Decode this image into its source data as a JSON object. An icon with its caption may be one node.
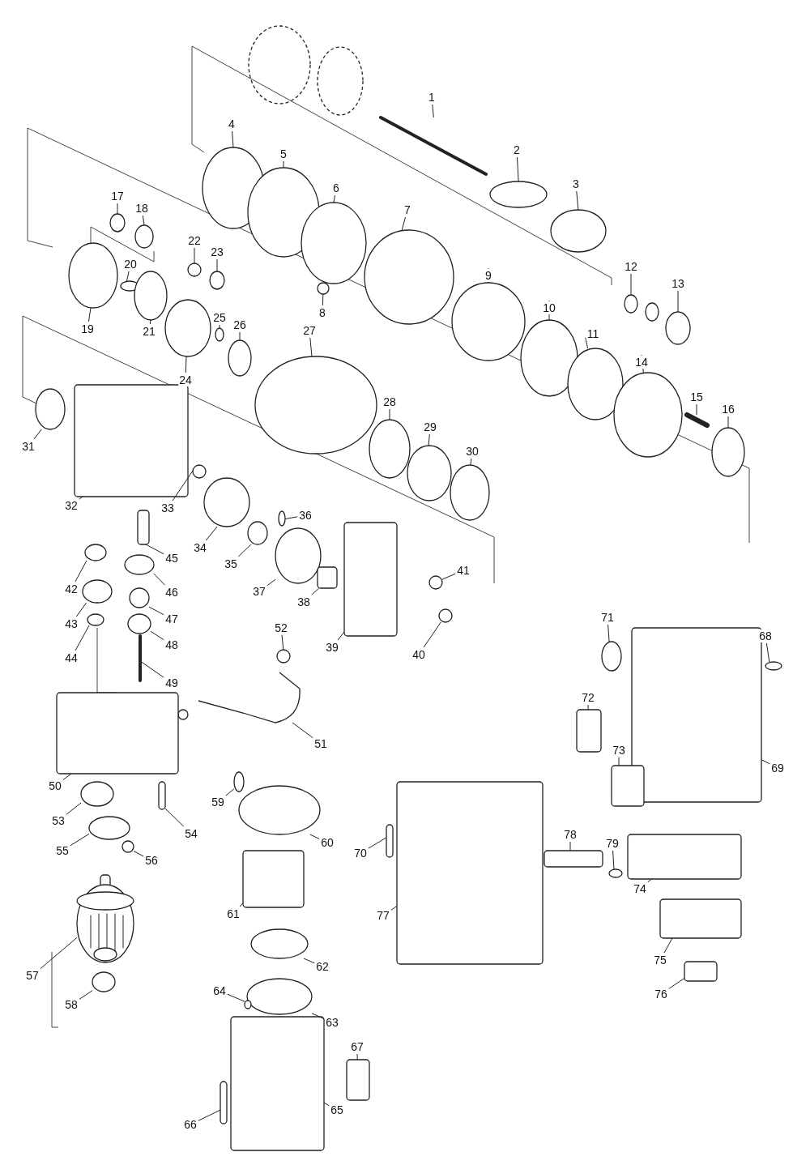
{
  "diagram": {
    "nodes": [
      {
        "text": [
          "1"
        ]
      },
      {
        "text": [
          "2"
        ]
      },
      {
        "text": [
          "3"
        ]
      },
      {
        "text": [
          "4"
        ]
      },
      {
        "text": [
          "5"
        ]
      },
      {
        "text": [
          "6"
        ]
      },
      {
        "text": [
          "7"
        ]
      },
      {
        "text": [
          "8"
        ]
      },
      {
        "text": [
          "9"
        ]
      },
      {
        "text": [
          "10"
        ]
      },
      {
        "text": [
          "11"
        ]
      },
      {
        "text": [
          "12"
        ]
      },
      {
        "text": [
          "13"
        ]
      },
      {
        "text": [
          "14"
        ]
      },
      {
        "text": [
          "15"
        ]
      },
      {
        "text": [
          "16"
        ]
      },
      {
        "text": [
          "17"
        ]
      },
      {
        "text": [
          "18"
        ]
      },
      {
        "text": [
          "19"
        ]
      },
      {
        "text": [
          "20"
        ]
      },
      {
        "text": [
          "21"
        ]
      },
      {
        "text": [
          "22"
        ]
      },
      {
        "text": [
          "23"
        ]
      },
      {
        "text": [
          "24"
        ]
      },
      {
        "text": [
          "25"
        ]
      },
      {
        "text": [
          "26"
        ]
      },
      {
        "text": [
          "27"
        ]
      },
      {
        "text": [
          "28"
        ]
      },
      {
        "text": [
          "29"
        ]
      },
      {
        "text": [
          "30"
        ]
      },
      {
        "text": [
          "31"
        ]
      },
      {
        "text": [
          "32"
        ]
      },
      {
        "text": [
          "33"
        ]
      },
      {
        "text": [
          "34"
        ]
      },
      {
        "text": [
          "35"
        ]
      },
      {
        "text": [
          "36"
        ]
      },
      {
        "text": [
          "37"
        ]
      },
      {
        "text": [
          "38"
        ]
      },
      {
        "text": [
          "39"
        ]
      },
      {
        "text": [
          "40"
        ]
      },
      {
        "text": [
          "41"
        ]
      },
      {
        "text": [
          "42"
        ]
      },
      {
        "text": [
          "43"
        ]
      },
      {
        "text": [
          "44"
        ]
      },
      {
        "text": [
          "45"
        ]
      },
      {
        "text": [
          "46"
        ]
      },
      {
        "text": [
          "47"
        ]
      },
      {
        "text": [
          "48"
        ]
      },
      {
        "text": [
          "49"
        ]
      },
      {
        "text": [
          "50"
        ]
      },
      {
        "text": [
          "51"
        ]
      },
      {
        "text": [
          "52"
        ]
      },
      {
        "text": [
          "53"
        ]
      },
      {
        "text": [
          "54"
        ]
      },
      {
        "text": [
          "55"
        ]
      },
      {
        "text": [
          "56"
        ]
      },
      {
        "text": [
          "57"
        ]
      },
      {
        "text": [
          "58"
        ]
      },
      {
        "text": [
          "59"
        ]
      },
      {
        "text": [
          "60"
        ]
      },
      {
        "text": [
          "61"
        ]
      },
      {
        "text": [
          "62"
        ]
      },
      {
        "text": [
          "63"
        ]
      },
      {
        "text": [
          "64"
        ]
      },
      {
        "text": [
          "65"
        ]
      },
      {
        "text": [
          "66"
        ]
      },
      {
        "text": [
          "67"
        ]
      },
      {
        "text": [
          "68"
        ]
      },
      {
        "text": [
          "69"
        ]
      },
      {
        "text": [
          "70"
        ]
      },
      {
        "text": [
          "71"
        ]
      },
      {
        "text": [
          "72"
        ]
      },
      {
        "text": [
          "73"
        ]
      },
      {
        "text": [
          "74"
        ]
      },
      {
        "text": [
          "75"
        ]
      },
      {
        "text": [
          "76"
        ]
      },
      {
        "text": [
          "77"
        ]
      },
      {
        "text": [
          "78"
        ]
      },
      {
        "text": [
          "79"
        ]
      },
      {
        "text": [],
        "shape": "picture"
      },
      {
        "text": [],
        "shape": "circle"
      },
      {
        "text": [],
        "shape": "circle"
      },
      {
        "text": [],
        "shape": "circle"
      },
      {
        "text": [],
        "shape": "circle"
      },
      {
        "text": [],
        "shape": "circle"
      },
      {
        "text": [],
        "shape": "circle"
      },
      {
        "text": [],
        "shape": "circle"
      },
      {
        "text": [],
        "shape": "circle"
      },
      {
        "text": [],
        "shape": "circle"
      },
      {
        "text": [],
        "shape": "circle"
      },
      {
        "text": [],
        "shape": "picture"
      },
      {
        "text": [],
        "shape": "circle"
      },
      {
        "text": [],
        "shape": "circle"
      },
      {
        "text": [],
        "shape": "picture"
      },
      {
        "text": [],
        "shape": "circle"
      },
      {
        "text": [],
        "shape": "circle"
      },
      {
        "text": [],
        "shape": "circle"
      },
      {
        "text": [],
        "shape": "circle"
      },
      {
        "text": [],
        "shape": "circle"
      },
      {
        "text": [],
        "shape": "circle"
      },
      {
        "text": [],
        "shape": "circle"
      },
      {
        "text": [],
        "shape": "circle"
      },
      {
        "text": [],
        "shape": "circle"
      },
      {
        "text": [],
        "shape": "circle"
      },
      {
        "text": [],
        "shape": "circle"
      },
      {
        "text": [],
        "shape": "circle"
      },
      {
        "text": [],
        "shape": "circle"
      },
      {
        "text": [],
        "shape": "circle"
      },
      {
        "text": [],
        "shape": "circle"
      },
      {
        "text": [],
        "shape": "circle"
      },
      {
        "text": [],
        "shape": "box"
      },
      {
        "text": [],
        "shape": "circle"
      },
      {
        "text": [],
        "shape": "circle"
      },
      {
        "text": [],
        "shape": "circle"
      },
      {
        "text": [],
        "shape": "circle"
      },
      {
        "text": [],
        "shape": "circle"
      },
      {
        "text": [],
        "shape": "box"
      },
      {
        "text": [],
        "shape": "box"
      },
      {
        "text": [],
        "shape": "circle"
      },
      {
        "text": [],
        "shape": "circle"
      },
      {
        "text": [],
        "shape": "circle"
      },
      {
        "text": [],
        "shape": "circle"
      },
      {
        "text": [],
        "shape": "circle"
      },
      {
        "text": [],
        "shape": "box"
      },
      {
        "text": [],
        "shape": "circle"
      },
      {
        "text": [],
        "shape": "circle"
      },
      {
        "text": [],
        "shape": "circle"
      },
      {
        "text": [],
        "shape": "picture"
      },
      {
        "text": [],
        "shape": "box"
      },
      {
        "text": [],
        "shape": "picture"
      },
      {
        "text": [],
        "shape": "circle"
      },
      {
        "text": [],
        "shape": "circle"
      },
      {
        "text": [],
        "shape": "box"
      },
      {
        "text": [],
        "shape": "circle"
      },
      {
        "text": [],
        "shape": "circle"
      },
      {
        "text": [],
        "shape": "picture"
      },
      {
        "text": [],
        "shape": "circle"
      },
      {
        "text": [],
        "shape": "circle"
      },
      {
        "text": [],
        "shape": "circle"
      },
      {
        "text": [],
        "shape": "box"
      },
      {
        "text": [],
        "shape": "circle"
      },
      {
        "text": [],
        "shape": "circle"
      },
      {
        "text": [],
        "shape": "circle"
      },
      {
        "text": [],
        "shape": "box"
      },
      {
        "text": [],
        "shape": "box"
      },
      {
        "text": [],
        "shape": "box"
      },
      {
        "text": [],
        "shape": "circle"
      },
      {
        "text": [],
        "shape": "box"
      },
      {
        "text": [],
        "shape": "box"
      },
      {
        "text": [],
        "shape": "circle"
      },
      {
        "text": [],
        "shape": "box"
      },
      {
        "text": [],
        "shape": "box"
      },
      {
        "text": [],
        "shape": "box"
      },
      {
        "text": [],
        "shape": "box"
      },
      {
        "text": [],
        "shape": "box"
      },
      {
        "text": [],
        "shape": "box"
      },
      {
        "text": [],
        "shape": "box"
      },
      {
        "text": [],
        "shape": "circle"
      }
    ],
    "edges": [
      {
        "from": 0,
        "to": 79,
        "arrow": "none"
      },
      {
        "from": 1,
        "to": 80,
        "arrow": "none"
      },
      {
        "from": 2,
        "to": 81,
        "arrow": "none"
      },
      {
        "from": 3,
        "to": 82,
        "arrow": "none"
      },
      {
        "from": 4,
        "to": 83,
        "arrow": "none"
      },
      {
        "from": 5,
        "to": 84,
        "arrow": "none"
      },
      {
        "from": 6,
        "to": 85,
        "arrow": "none"
      },
      {
        "from": 7,
        "to": 86,
        "arrow": "none"
      },
      {
        "from": 8,
        "to": 87,
        "arrow": "none"
      },
      {
        "from": 9,
        "to": 88,
        "arrow": "none"
      },
      {
        "from": 10,
        "to": 89,
        "arrow": "none"
      },
      {
        "from": 11,
        "to": 90,
        "arrow": "none"
      },
      {
        "from": 12,
        "to": 91,
        "arrow": "none"
      },
      {
        "from": 13,
        "to": 92,
        "arrow": "none"
      },
      {
        "from": 14,
        "to": 93,
        "arrow": "none"
      },
      {
        "from": 15,
        "to": 94,
        "arrow": "none"
      },
      {
        "from": 16,
        "to": 95,
        "arrow": "none"
      },
      {
        "from": 17,
        "to": 96,
        "arrow": "none"
      },
      {
        "from": 18,
        "to": 97,
        "arrow": "none"
      },
      {
        "from": 19,
        "to": 98,
        "arrow": "none"
      },
      {
        "from": 20,
        "to": 99,
        "arrow": "none"
      },
      {
        "from": 21,
        "to": 100,
        "arrow": "none"
      },
      {
        "from": 22,
        "to": 101,
        "arrow": "none"
      },
      {
        "from": 23,
        "to": 102,
        "arrow": "none"
      },
      {
        "from": 24,
        "to": 103,
        "arrow": "none"
      },
      {
        "from": 25,
        "to": 104,
        "arrow": "none"
      },
      {
        "from": 26,
        "to": 105,
        "arrow": "none"
      },
      {
        "from": 27,
        "to": 106,
        "arrow": "none"
      },
      {
        "from": 28,
        "to": 107,
        "arrow": "none"
      },
      {
        "from": 29,
        "to": 108,
        "arrow": "none"
      },
      {
        "from": 30,
        "to": 109,
        "arrow": "none"
      },
      {
        "from": 31,
        "to": 110,
        "arrow": "none"
      },
      {
        "from": 32,
        "to": 111,
        "arrow": "none"
      },
      {
        "from": 33,
        "to": 112,
        "arrow": "none"
      },
      {
        "from": 34,
        "to": 113,
        "arrow": "none"
      },
      {
        "from": 35,
        "to": 114,
        "arrow": "none"
      },
      {
        "from": 36,
        "to": 115,
        "arrow": "none"
      },
      {
        "from": 37,
        "to": 116,
        "arrow": "none"
      },
      {
        "from": 38,
        "to": 117,
        "arrow": "none"
      },
      {
        "from": 39,
        "to": 118,
        "arrow": "none"
      },
      {
        "from": 40,
        "to": 119,
        "arrow": "none"
      },
      {
        "from": 41,
        "to": 120,
        "arrow": "none"
      },
      {
        "from": 42,
        "to": 121,
        "arrow": "none"
      },
      {
        "from": 43,
        "to": 122,
        "arrow": "none"
      },
      {
        "from": 44,
        "to": 123,
        "arrow": "none"
      },
      {
        "from": 45,
        "to": 124,
        "arrow": "none"
      },
      {
        "from": 46,
        "to": 125,
        "arrow": "none"
      },
      {
        "from": 47,
        "to": 126,
        "arrow": "none"
      },
      {
        "from": 48,
        "to": 127,
        "arrow": "none"
      },
      {
        "from": 49,
        "to": 128,
        "arrow": "none"
      },
      {
        "from": 50,
        "to": 129,
        "arrow": "none"
      },
      {
        "from": 51,
        "to": 130,
        "arrow": "none"
      },
      {
        "from": 52,
        "to": 131,
        "arrow": "none"
      },
      {
        "from": 53,
        "to": 132,
        "arrow": "none"
      },
      {
        "from": 54,
        "to": 133,
        "arrow": "none"
      },
      {
        "from": 55,
        "to": 134,
        "arrow": "none"
      },
      {
        "from": 56,
        "to": 135,
        "arrow": "none"
      },
      {
        "from": 57,
        "to": 136,
        "arrow": "none"
      },
      {
        "from": 58,
        "to": 137,
        "arrow": "none"
      },
      {
        "from": 59,
        "to": 138,
        "arrow": "none"
      },
      {
        "from": 60,
        "to": 139,
        "arrow": "none"
      },
      {
        "from": 61,
        "to": 140,
        "arrow": "none"
      },
      {
        "from": 62,
        "to": 141,
        "arrow": "none"
      },
      {
        "from": 63,
        "to": 142,
        "arrow": "none"
      },
      {
        "from": 64,
        "to": 143,
        "arrow": "none"
      },
      {
        "from": 65,
        "to": 144,
        "arrow": "none"
      },
      {
        "from": 66,
        "to": 145,
        "arrow": "none"
      },
      {
        "from": 67,
        "to": 146,
        "arrow": "none"
      },
      {
        "from": 68,
        "to": 147,
        "arrow": "none"
      },
      {
        "from": 69,
        "to": 148,
        "arrow": "none"
      },
      {
        "from": 70,
        "to": 149,
        "arrow": "none"
      },
      {
        "from": 71,
        "to": 150,
        "arrow": "none"
      },
      {
        "from": 72,
        "to": 151,
        "arrow": "none"
      },
      {
        "from": 73,
        "to": 152,
        "arrow": "none"
      },
      {
        "from": 74,
        "to": 153,
        "arrow": "none"
      },
      {
        "from": 75,
        "to": 154,
        "arrow": "none"
      },
      {
        "from": 76,
        "to": 155,
        "arrow": "none"
      },
      {
        "from": 77,
        "to": 156,
        "arrow": "none"
      },
      {
        "from": 78,
        "to": 157,
        "arrow": "none"
      }
    ]
  }
}
